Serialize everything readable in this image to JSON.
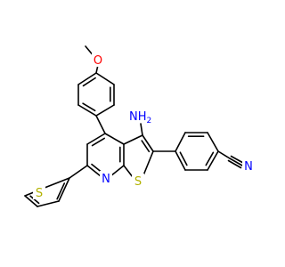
{
  "colors": {
    "bond": "#000000",
    "carbon": "#000000",
    "oxygen": "#ff0000",
    "nitrogen": "#0000ff",
    "sulfur": "#b2b200",
    "background": "#ffffff"
  },
  "atom_labels": {
    "methoxy_oxygen": "O",
    "amino_group": "NH",
    "amino_group_subscript": "2",
    "pyridine_nitrogen": "N",
    "thiophene_sulfur": "S",
    "thienyl_sulfur": "S",
    "nitrile_nitrogen": "N"
  }
}
